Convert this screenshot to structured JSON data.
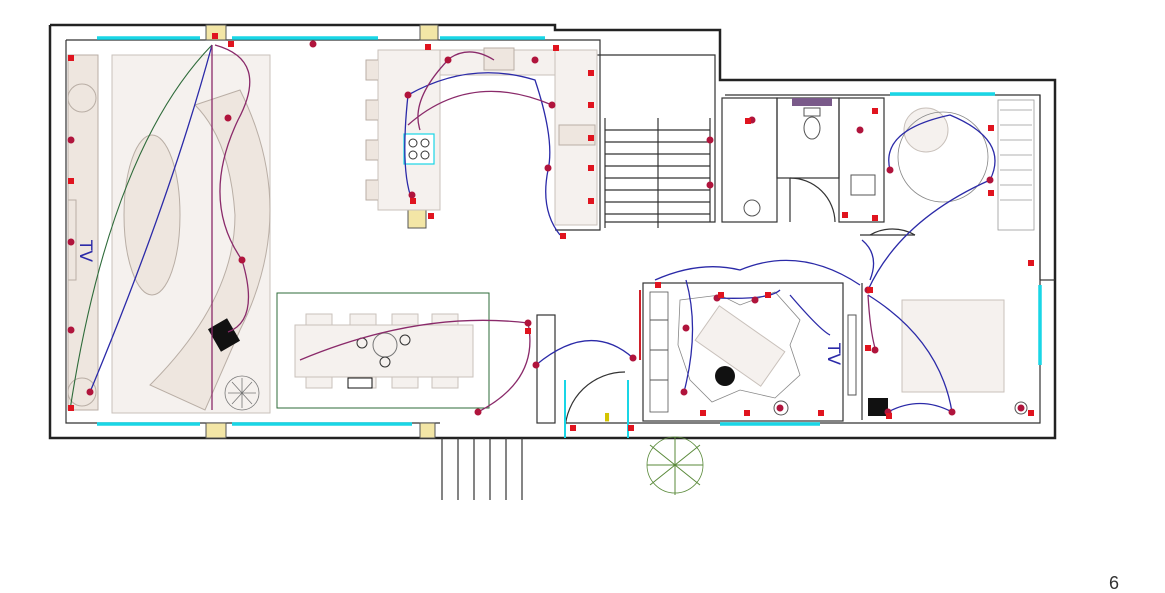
{
  "labels": {
    "tv_living": "TV",
    "tv_office": "TV"
  },
  "page_number": "6",
  "colors": {
    "wall": "#222222",
    "glazing": "#19d6e6",
    "wire_blue": "#2b2aa8",
    "wire_purple": "#8a2a6a",
    "wire_green": "#2e6b3a",
    "socket": "#e0141f",
    "furniture": "#eee6df"
  }
}
